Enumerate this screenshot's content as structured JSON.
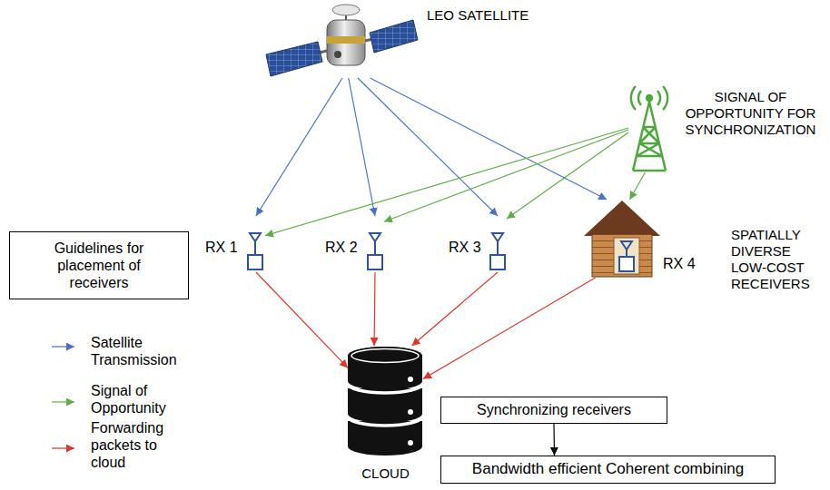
{
  "diagram": {
    "nodes": [
      {
        "text": [
          "LEO SATELLITE"
        ]
      },
      {
        "text": [
          "SIGNAL OF OPPORTUNITY FOR SYNCHRONIZATION"
        ]
      },
      {
        "text": [
          "Guidelines for placement of receivers"
        ]
      },
      {
        "text": [
          "RX 1"
        ]
      },
      {
        "text": [
          "RX 2"
        ]
      },
      {
        "text": [
          "RX 3"
        ]
      },
      {
        "text": [
          "RX 4"
        ]
      },
      {
        "text": [
          "CLOUD"
        ]
      },
      {
        "text": [
          "Synchronizing receivers"
        ]
      },
      {
        "text": [
          "Bandwidth efficient Coherent combining"
        ]
      }
    ],
    "edges": [
      {
        "from": 0,
        "to": 3,
        "arrow": "to"
      },
      {
        "from": 0,
        "to": 4,
        "arrow": "to"
      },
      {
        "from": 0,
        "to": 5,
        "arrow": "to"
      },
      {
        "from": 0,
        "to": 6,
        "arrow": "to"
      },
      {
        "from": 1,
        "to": 3,
        "arrow": "to"
      },
      {
        "from": 1,
        "to": 4,
        "arrow": "to"
      },
      {
        "from": 1,
        "to": 5,
        "arrow": "to"
      },
      {
        "from": 1,
        "to": 6,
        "arrow": "to"
      },
      {
        "from": 3,
        "to": 7,
        "arrow": "to"
      },
      {
        "from": 4,
        "to": 7,
        "arrow": "to"
      },
      {
        "from": 5,
        "to": 7,
        "arrow": "to"
      },
      {
        "from": 6,
        "to": 7,
        "arrow": "to"
      },
      {
        "from": 8,
        "to": 9,
        "arrow": "to"
      }
    ],
    "labels": [
      "SPATIALLY DIVERSE LOW-COST RECEIVERS"
    ],
    "legend": [
      {
        "text": "Satellite Transmission"
      },
      {
        "text": "Signal of Opportunity"
      },
      {
        "text": "Forwarding packets to cloud"
      }
    ]
  }
}
